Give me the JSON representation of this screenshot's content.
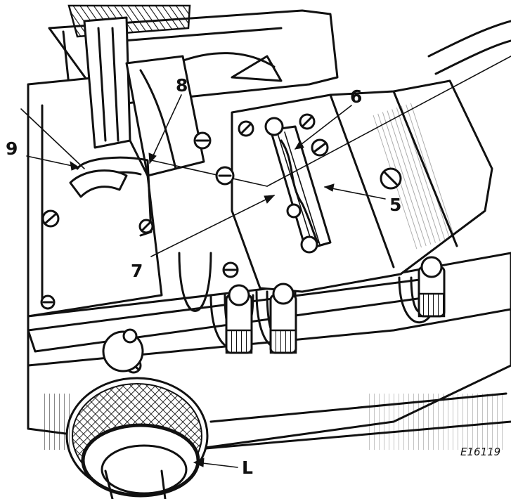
{
  "figure": {
    "drawing_code": "E16119",
    "callouts": [
      {
        "id": "9",
        "label": "9"
      },
      {
        "id": "8",
        "label": "8"
      },
      {
        "id": "6",
        "label": "6"
      },
      {
        "id": "5",
        "label": "5"
      },
      {
        "id": "7",
        "label": "7"
      },
      {
        "id": "L",
        "label": "L"
      }
    ]
  }
}
